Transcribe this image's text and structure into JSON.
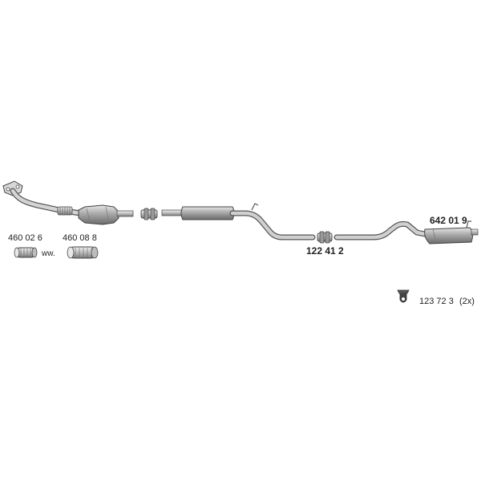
{
  "parts": {
    "front_pipe_flex_a": {
      "number": "460 02 6"
    },
    "alternative_word": "ww.",
    "front_pipe_flex_b": {
      "number": "460 08 8"
    },
    "connector": {
      "number": "122 41 2"
    },
    "rear_silencer": {
      "number": "642 01 9"
    },
    "rubber_mount": {
      "number": "123 72 3",
      "quantity": "(2x)"
    }
  },
  "colors": {
    "line": "#555555",
    "pipe_fill": "#cfcfcf",
    "pipe_dark": "#8a8a8a",
    "pipe_light": "#eeeeee",
    "text": "#222222"
  }
}
